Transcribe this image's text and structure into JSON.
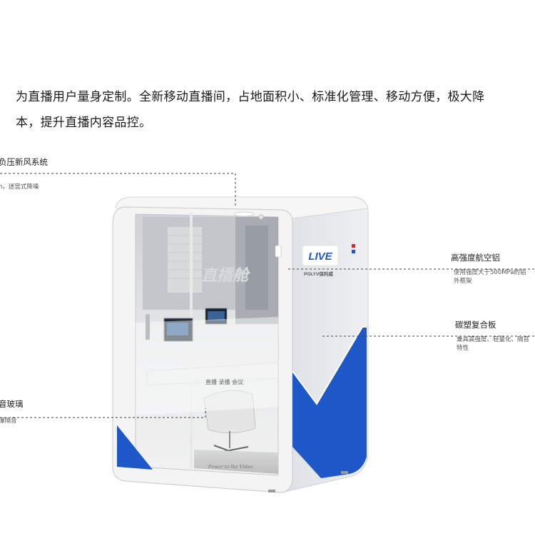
{
  "intro": {
    "line1": "为直播用户量身定制。全新移动直播间，占地面积小、标准化管理、移动方便，极大降",
    "line2": "本，提升直播内容品控。"
  },
  "callouts": {
    "ventilation": {
      "title": "负压新风系统",
      "desc": "n，迷宫式降噪"
    },
    "aluminum": {
      "title": "高强度航空铝",
      "desc1": "使用强度大于500MPa的铝",
      "desc2": "外框架"
    },
    "carbon": {
      "title": "碳塑复合板",
      "desc1": "兼具高强度、轻量化、隔音",
      "desc2": "特性"
    },
    "glass": {
      "title": "音玻璃",
      "desc": "爆隔音"
    }
  },
  "product": {
    "live_logo": "LIVE",
    "brand_text": "POLYV保利威",
    "booth_sign": "直播舱",
    "desk_modes": "直播  录播  会议",
    "base_slogan": "Power to the Video"
  },
  "colors": {
    "accent_blue": "#1e57c8",
    "live_red": "#d9272e",
    "shell_white": "#f3f3f3",
    "panel_grey": "#dcdfe4"
  }
}
